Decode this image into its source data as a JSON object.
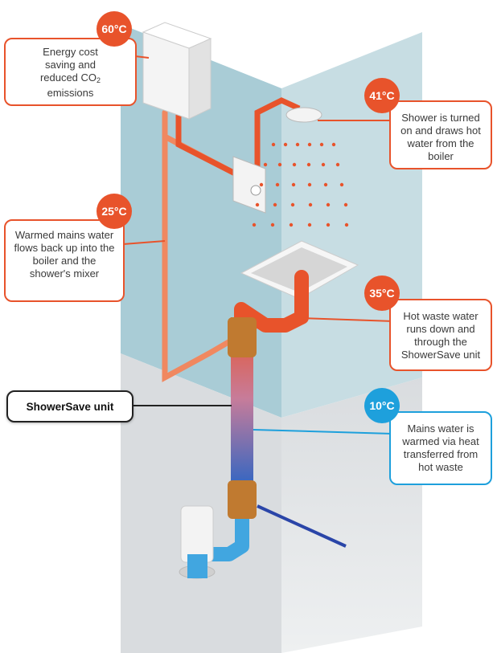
{
  "labels": {
    "boiler_temp": "60°C",
    "boiler_text_line1": "Energy cost",
    "boiler_text_line2": "saving and",
    "boiler_text_line3": "reduced CO",
    "boiler_text_sub": "2",
    "boiler_text_line4": "emissions",
    "shower_temp": "41°C",
    "shower_text": "Shower is turned on and draws hot water from the boiler",
    "mains_warm_temp": "25°C",
    "mains_warm_text": "Warmed mains water flows back up into the boiler and the shower's mixer",
    "waste_temp": "35°C",
    "waste_text": "Hot waste water runs down and through the ShowerSave unit",
    "unit_label": "ShowerSave unit",
    "mains_cold_temp": "10°C",
    "mains_cold_text": "Mains water is warmed via heat transferred from hot waste"
  },
  "colors": {
    "hot": "#e8532b",
    "warm": "#f08860",
    "cold": "#1ea0dc",
    "wall": "#a9ccd6",
    "wall_dark": "#d8dcdf"
  }
}
